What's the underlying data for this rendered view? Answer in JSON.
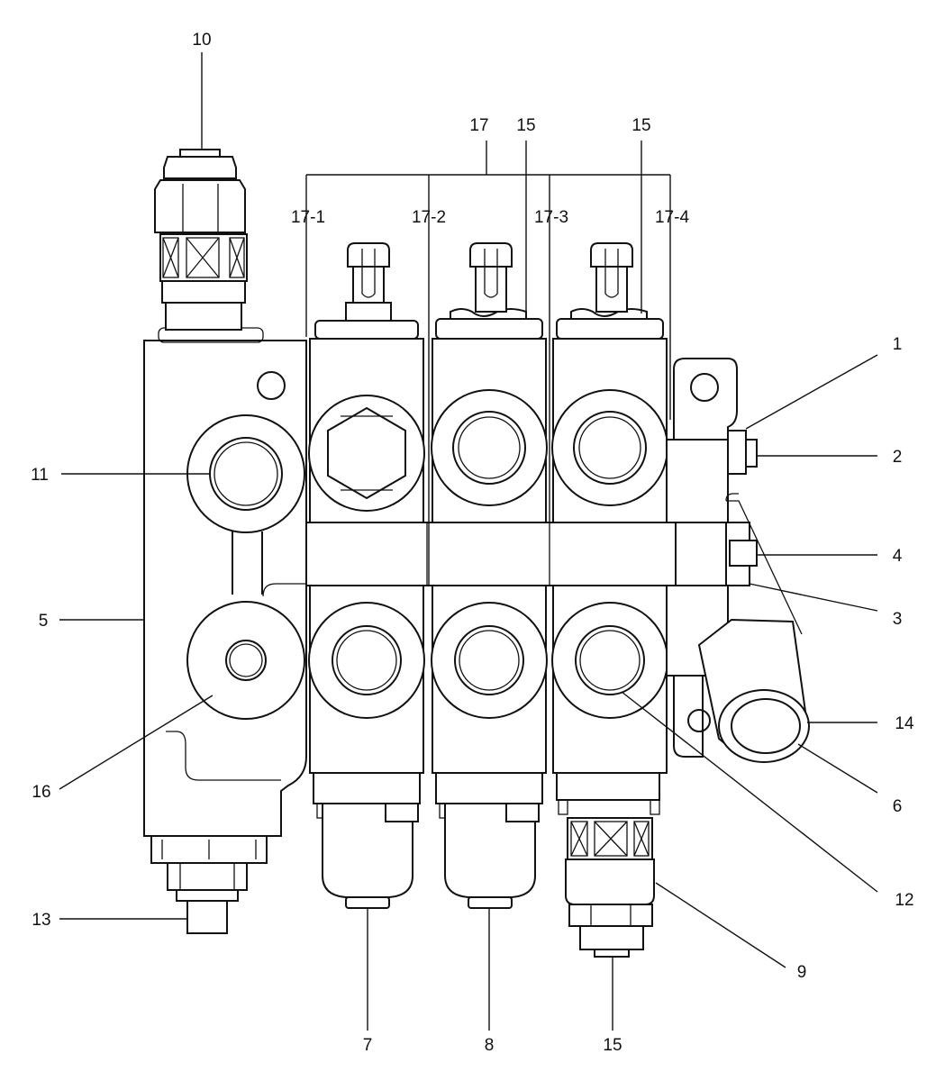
{
  "callouts": {
    "c1": "1",
    "c2": "2",
    "c3": "3",
    "c4": "4",
    "c5": "5",
    "c6": "6",
    "c7": "7",
    "c8": "8",
    "c9": "9",
    "c10": "10",
    "c11": "11",
    "c12": "12",
    "c13": "13",
    "c14": "14",
    "c15_left": "15",
    "c15_right": "15",
    "c15_bottom": "15",
    "c16": "16",
    "c17": "17",
    "c17_1": "17-1",
    "c17_2": "17-2",
    "c17_3": "17-3",
    "c17_4": "17-4"
  }
}
